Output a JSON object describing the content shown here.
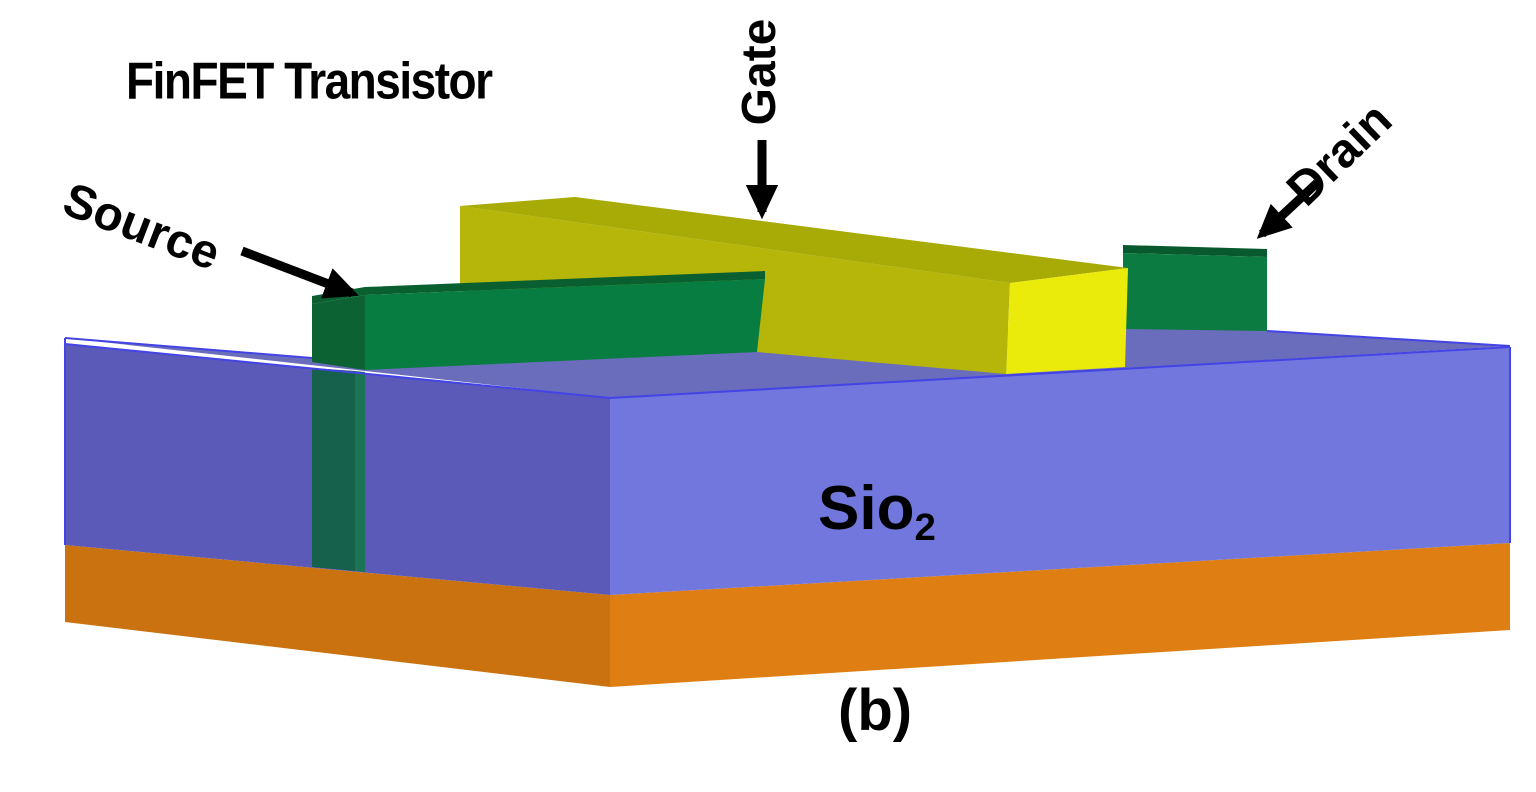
{
  "title": "FinFET Transistor",
  "caption": "(b)",
  "labels": {
    "source": "Source",
    "gate": "Gate",
    "drain": "Drain"
  },
  "substrate_label": {
    "main": "Sio",
    "subscript": "2"
  },
  "colors": {
    "background": "#ffffff",
    "text": "#000000",
    "arrow": "#000000",
    "sio2_top": "#6a6dbb",
    "sio2_left": "#5c5ab8",
    "sio2_right": "#7277dd",
    "sio2_edge": "#4343e6",
    "substrate_left": "#c9720f",
    "substrate_right": "#de7e13",
    "fin_top": "#0a5f30",
    "fin_end": "#0c6233",
    "fin_front": "#087d41",
    "fin_embedded_dark": "#15614b",
    "fin_embedded_light": "#1d7356",
    "drain_top": "#085a2e",
    "drain_front": "#0b7b41",
    "gate_top": "#a8aa06",
    "gate_front": "#b5b609",
    "gate_end": "#eaeb0b"
  }
}
